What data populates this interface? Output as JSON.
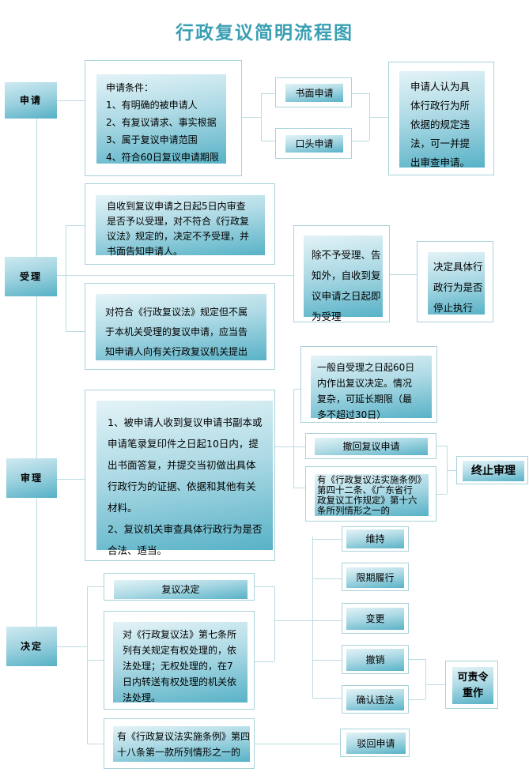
{
  "title": "行政复议简明流程图",
  "colors": {
    "accent": "#3a9fb3",
    "box_border": "#a9d2da",
    "connector": "#bcdce2",
    "gradient_top": "#e3f3f7",
    "gradient_bottom": "#58b2c7"
  },
  "stages": [
    {
      "label": "申请"
    },
    {
      "label": "受理"
    },
    {
      "label": "审理"
    },
    {
      "label": "决定"
    }
  ],
  "boxes": {
    "apply_conditions": "申请条件：\n1、有明确的被申请人\n2、有复议请求、事实根据\n3、属于复议申请范围\n4、符合60日复议申请期限",
    "written_apply": "书面申请",
    "oral_apply": "口头申请",
    "applicant_review": "申请人认为具\n体行政行为所\n依据的规定违\n法，可一并提\n出审查申请。",
    "accept_check5": "自收到复议申请之日起5日内审查\n是否予以受理，对不符合《行政复\n议法》规定的，决定不予受理，并\n书面告知申请人。",
    "accept_transfer": "对符合《行政复议法》规定但不属\n于本机关受理的复议申请，应当告\n知申请人向有关行政复议机关提出",
    "accept_auto": "除不予受理、告\n知外，自收到复\n议申请之日起即\n为受理",
    "suspend_decision": "决定具体行\n政行为是否\n停止执行",
    "review_duties": "1、被申请人收到复议申请书副本或\n申请笔录复印件之日起10日内，提\n出书面答复，并提交当初做出具体\n行政行为的证据、依据和其他有关\n材料。\n2、复议机关审查具体行政行为是否\n合法、适当。",
    "decision_60days": "一般自受理之日起60日\n内作出复议决定。情况\n复杂，可延长期限（最\n多不超过30日）",
    "withdraw": "撤回复议申请",
    "terminate_cases": "有《行政复议法实施条例》\n第四十二条、《广东省行\n政复议工作规定》第十六\n条所列情形之一的",
    "terminate": "终止审理",
    "decision": "复议决定",
    "article7": "对《行政复议法》第七条所\n列有关规定有权处理的，依\n法处理；无权处理的，在7\n日内转送有权处理的机关依\n法处理。",
    "article48": "有《行政复议法实施条例》第四\n十八条第一款所列情形之一的",
    "maintain": "维持",
    "perform_in_time": "限期履行",
    "change": "变更",
    "revoke": "撤销",
    "confirm_illegal": "确认违法",
    "order_redo": "可责令\n重作",
    "reject": "驳回申请"
  }
}
